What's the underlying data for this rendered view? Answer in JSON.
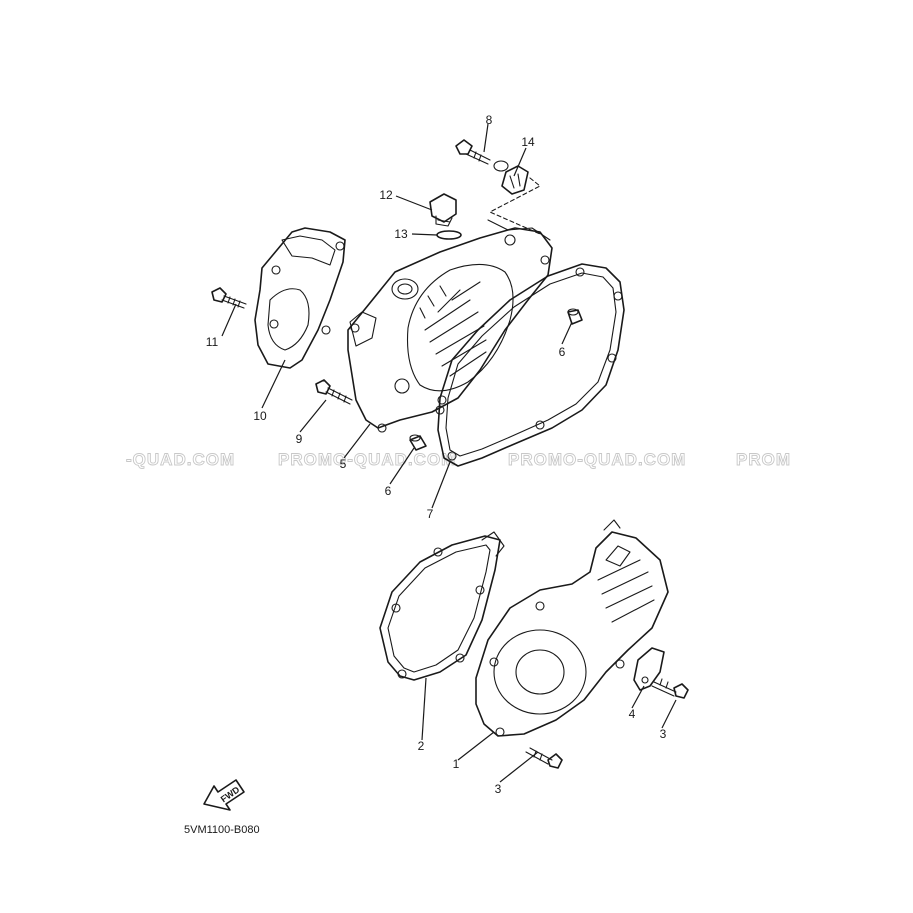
{
  "watermark": {
    "segments": [
      "-QUAD.COM",
      "PROMO-QUAD.COM",
      "PROMO-QUAD.COM",
      "PROM"
    ]
  },
  "callouts": [
    {
      "id": "1",
      "label": "1"
    },
    {
      "id": "2",
      "label": "2"
    },
    {
      "id": "3a",
      "label": "3"
    },
    {
      "id": "3b",
      "label": "3"
    },
    {
      "id": "4",
      "label": "4"
    },
    {
      "id": "5",
      "label": "5"
    },
    {
      "id": "6a",
      "label": "6"
    },
    {
      "id": "6b",
      "label": "6"
    },
    {
      "id": "7",
      "label": "7"
    },
    {
      "id": "8",
      "label": "8"
    },
    {
      "id": "9",
      "label": "9"
    },
    {
      "id": "10",
      "label": "10"
    },
    {
      "id": "11",
      "label": "11"
    },
    {
      "id": "12",
      "label": "12"
    },
    {
      "id": "13",
      "label": "13"
    },
    {
      "id": "14",
      "label": "14"
    }
  ],
  "fwd_label": "FWD",
  "diagram_code": "5VM1100-B080"
}
